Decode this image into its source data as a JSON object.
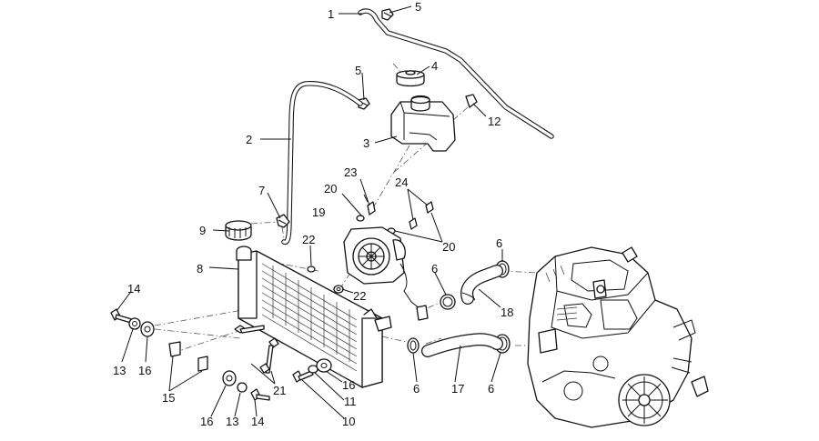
{
  "callouts": [
    {
      "id": "c1",
      "text": "1"
    },
    {
      "id": "c5a",
      "text": "5"
    },
    {
      "id": "c4",
      "text": "4"
    },
    {
      "id": "c5b",
      "text": "5"
    },
    {
      "id": "c12",
      "text": "12"
    },
    {
      "id": "c2",
      "text": "2"
    },
    {
      "id": "c3",
      "text": "3"
    },
    {
      "id": "c23",
      "text": "23"
    },
    {
      "id": "c24",
      "text": "24"
    },
    {
      "id": "c7",
      "text": "7"
    },
    {
      "id": "c20a",
      "text": "20"
    },
    {
      "id": "c19",
      "text": "19"
    },
    {
      "id": "c20b",
      "text": "20"
    },
    {
      "id": "c9",
      "text": "9"
    },
    {
      "id": "c22a",
      "text": "22"
    },
    {
      "id": "c6a",
      "text": "6"
    },
    {
      "id": "c8",
      "text": "8"
    },
    {
      "id": "c6b",
      "text": "6"
    },
    {
      "id": "c22b",
      "text": "22"
    },
    {
      "id": "c14a",
      "text": "14"
    },
    {
      "id": "c18",
      "text": "18"
    },
    {
      "id": "c13a",
      "text": "13"
    },
    {
      "id": "c16a",
      "text": "16"
    },
    {
      "id": "c15",
      "text": "15"
    },
    {
      "id": "c21",
      "text": "21"
    },
    {
      "id": "c16b",
      "text": "16"
    },
    {
      "id": "c11",
      "text": "11"
    },
    {
      "id": "c6c",
      "text": "6"
    },
    {
      "id": "c17",
      "text": "17"
    },
    {
      "id": "c6d",
      "text": "6"
    },
    {
      "id": "c10",
      "text": "10"
    },
    {
      "id": "c16c",
      "text": "16"
    },
    {
      "id": "c13b",
      "text": "13"
    },
    {
      "id": "c14b",
      "text": "14"
    }
  ],
  "colors": {
    "line": "#111111",
    "background": "#ffffff"
  }
}
